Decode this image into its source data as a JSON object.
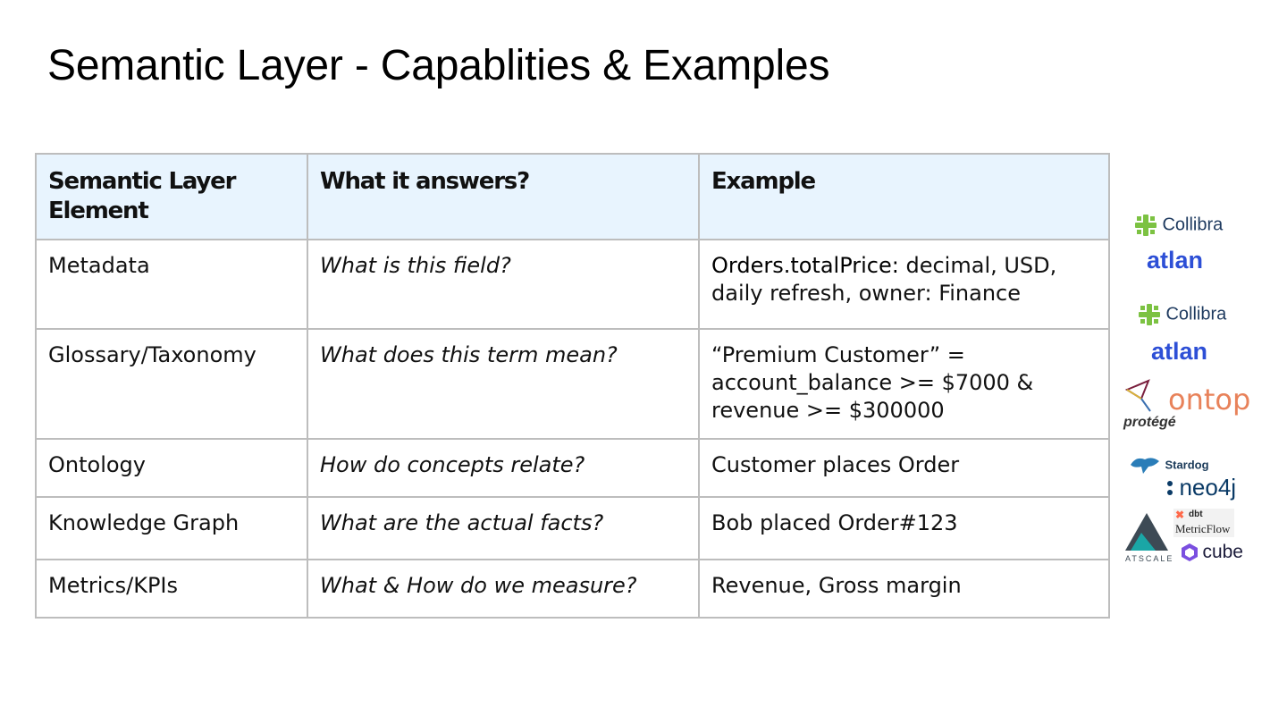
{
  "title": "Semantic Layer - Capablities & Examples",
  "table": {
    "headers": [
      "Semantic Layer Element",
      "What it answers?",
      "Example"
    ],
    "rows": [
      {
        "element": "Metadata",
        "question": "What is this field?",
        "example_lead": "Orders.totalPrice:",
        "example": " decimal, USD, daily refresh, owner: Finance"
      },
      {
        "element": "Glossary/Taxonomy",
        "question": "What does this term mean?",
        "example_lead": "",
        "example": "“Premium Customer” = account_balance >= $7000 & revenue >= $300000"
      },
      {
        "element": "Ontology",
        "question": "How do concepts relate?",
        "example_lead": "",
        "example": "Customer places Order"
      },
      {
        "element": "Knowledge Graph",
        "question": "What are the actual facts?",
        "example_lead": "",
        "example": "Bob placed Order#123"
      },
      {
        "element": "Metrics/KPIs",
        "question": "What & How do we measure?",
        "example_lead": "",
        "example": "Revenue, Gross margin"
      }
    ]
  },
  "logos": {
    "collibra": "Collibra",
    "atlan": "atlan",
    "ontop": "ontop",
    "protege": "protégé",
    "stardog": "Stardog",
    "neo4j": "neo4j",
    "dbt": "dbt",
    "metricflow": "MetricFlow",
    "atscale": "ATSCALE",
    "cube": "cube"
  },
  "colors": {
    "header_bg": "#e8f4fe",
    "border": "#bdbdbd",
    "collibra_green": "#7cc242",
    "atlan_blue": "#2d4fd6",
    "ontop_orange": "#e8825a",
    "atscale_teal": "#1aa6a6",
    "cube_purple": "#7a4fe0",
    "dbt_orange": "#ff694a"
  }
}
